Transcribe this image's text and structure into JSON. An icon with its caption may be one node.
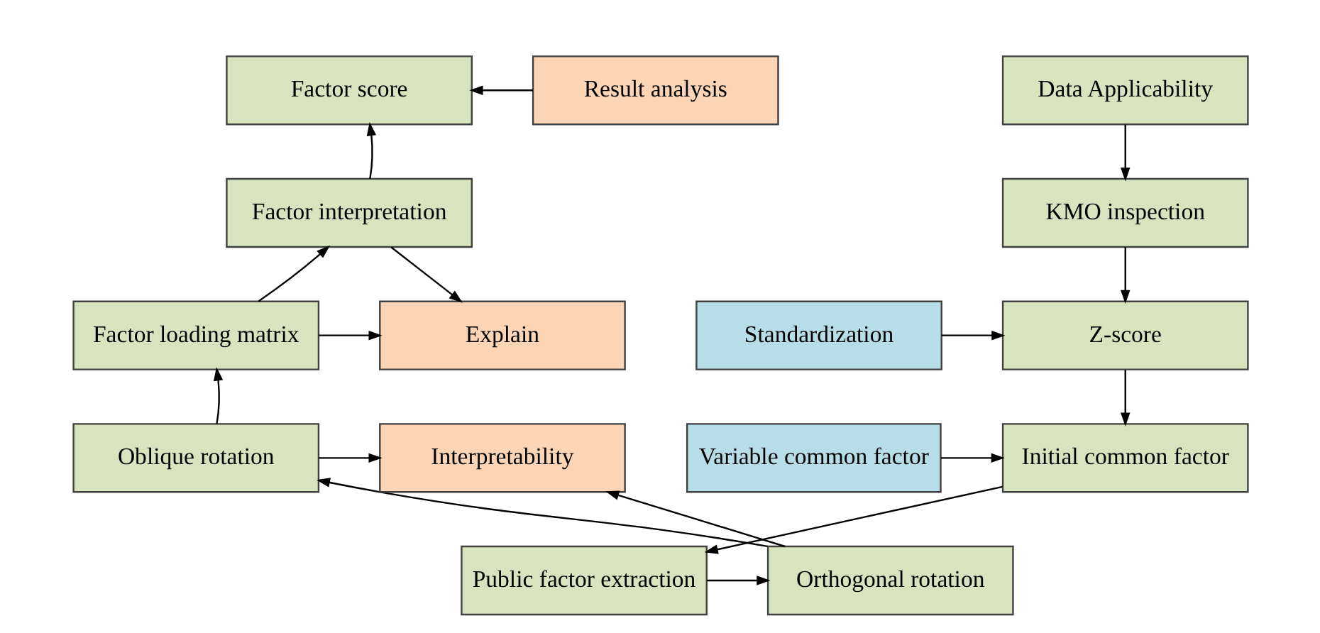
{
  "diagram": {
    "nodes": [
      {
        "text": [
          "Data Applicability"
        ]
      },
      {
        "text": [
          "KMO inspection"
        ]
      },
      {
        "text": [
          "Z-score"
        ]
      },
      {
        "text": [
          "Initial common factor"
        ]
      },
      {
        "text": [
          "Public factor extraction"
        ]
      },
      {
        "text": [
          "Orthogonal rotation"
        ]
      },
      {
        "text": [
          "Oblique rotation"
        ]
      },
      {
        "text": [
          "Factor loading matrix"
        ]
      },
      {
        "text": [
          "Factor interpretation"
        ]
      },
      {
        "text": [
          "Factor score"
        ]
      },
      {
        "text": [
          "Result analysis"
        ]
      },
      {
        "text": [
          "Explain"
        ]
      },
      {
        "text": [
          "Interpretability"
        ]
      },
      {
        "text": [
          "Standardization"
        ]
      },
      {
        "text": [
          "Variable common factor"
        ]
      }
    ],
    "edges": [
      {
        "from": 0,
        "to": 1,
        "arrow": "to"
      },
      {
        "from": 1,
        "to": 2,
        "arrow": "to"
      },
      {
        "from": 13,
        "to": 2,
        "arrow": "to"
      },
      {
        "from": 2,
        "to": 3,
        "arrow": "to"
      },
      {
        "from": 14,
        "to": 3,
        "arrow": "to"
      },
      {
        "from": 3,
        "to": 4,
        "arrow": "to"
      },
      {
        "from": 4,
        "to": 5,
        "arrow": "to"
      },
      {
        "from": 5,
        "to": 6,
        "arrow": "to"
      },
      {
        "from": 6,
        "to": 7,
        "arrow": "to"
      },
      {
        "from": 7,
        "to": 8,
        "arrow": "to"
      },
      {
        "from": 8,
        "to": 9,
        "arrow": "to"
      },
      {
        "from": 10,
        "to": 9,
        "arrow": "to"
      },
      {
        "from": 8,
        "to": 11,
        "arrow": "to"
      },
      {
        "from": 7,
        "to": 11,
        "arrow": "to"
      },
      {
        "from": 6,
        "to": 12,
        "arrow": "to"
      },
      {
        "from": 5,
        "to": 12,
        "arrow": "to"
      }
    ]
  }
}
